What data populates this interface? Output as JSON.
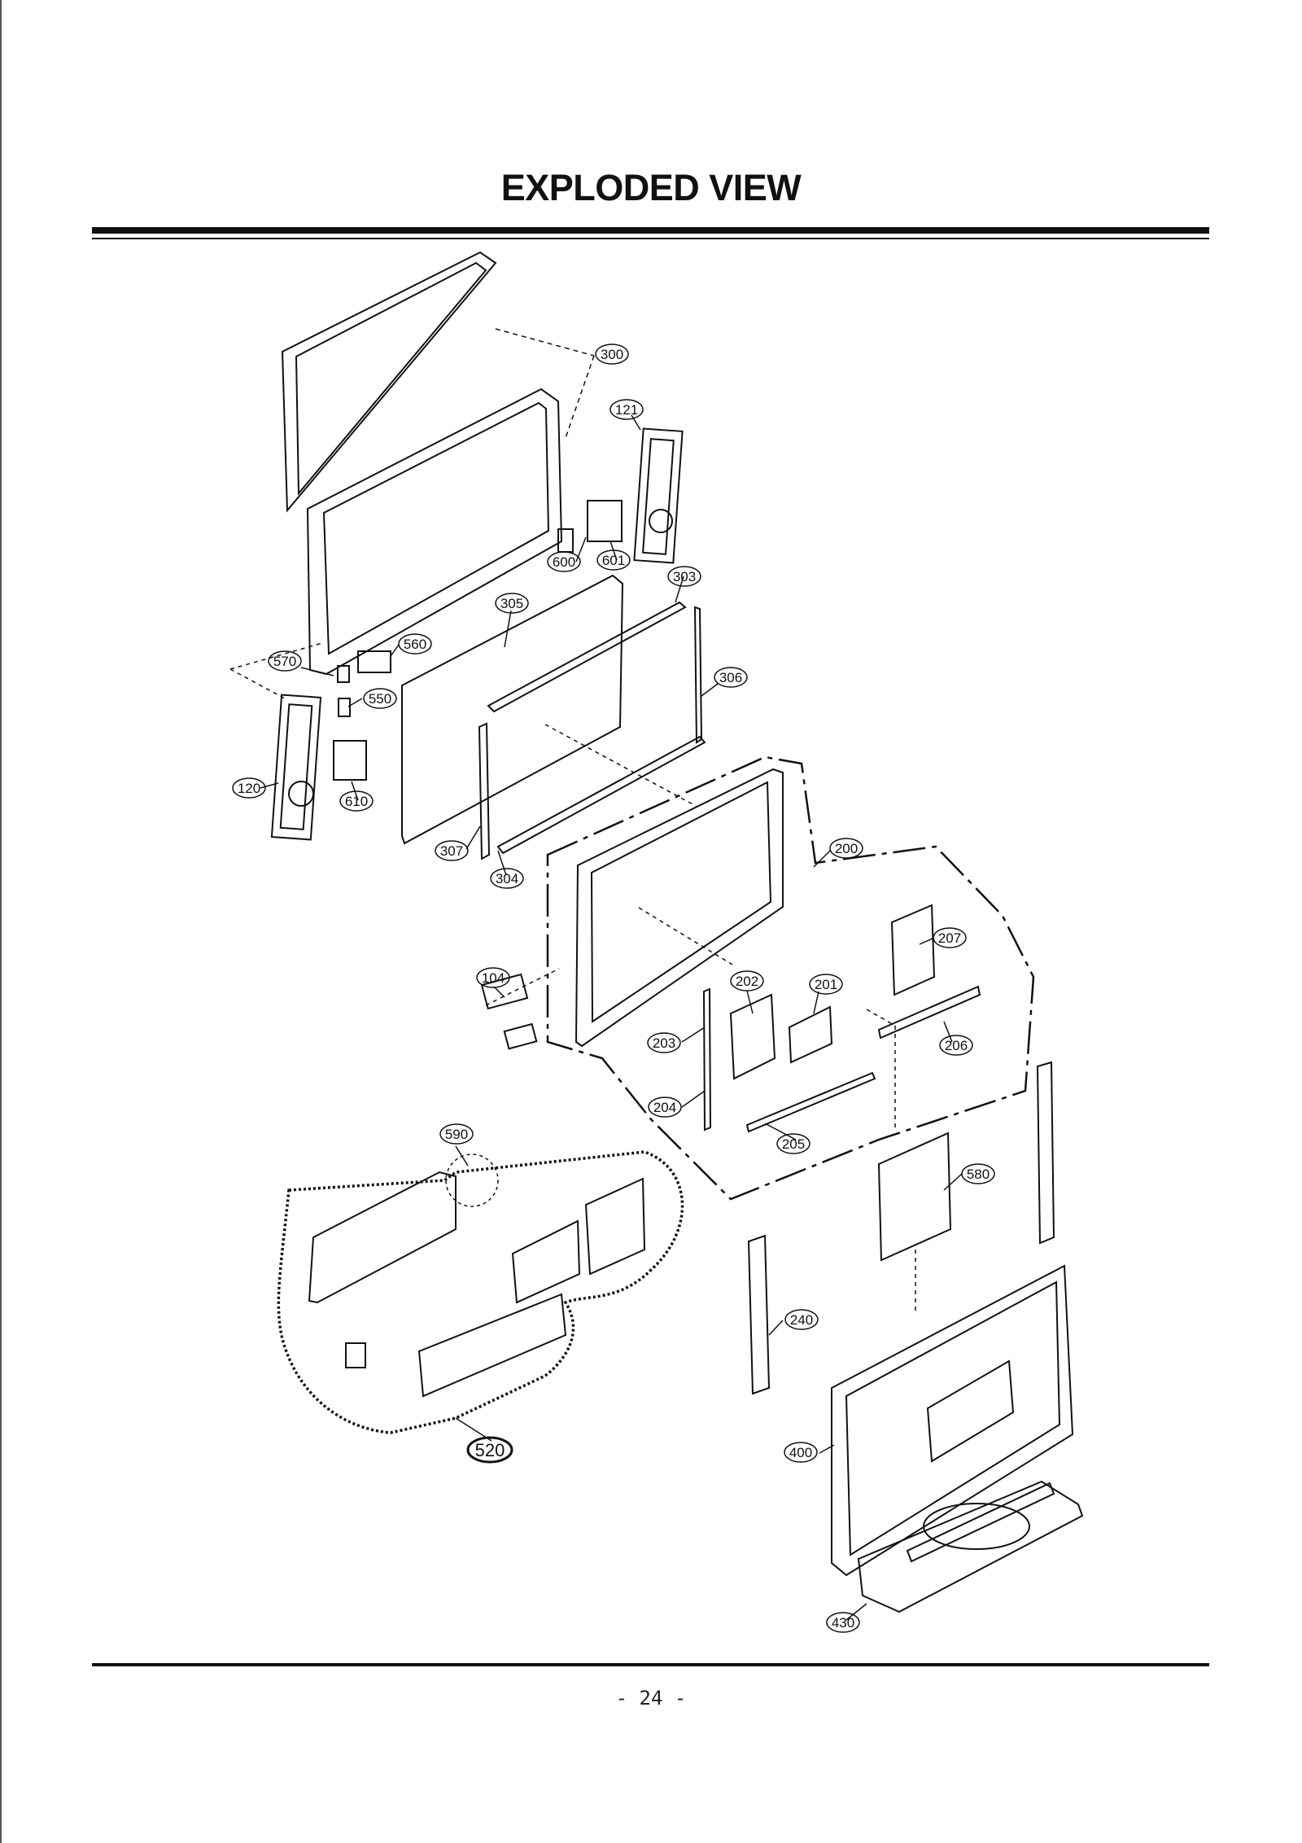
{
  "page": {
    "title": "EXPLODED VIEW",
    "page_number": "- 24 -"
  },
  "callouts": [
    {
      "id": "c300",
      "label": "300"
    },
    {
      "id": "c121",
      "label": "121"
    },
    {
      "id": "c600",
      "label": "600"
    },
    {
      "id": "c601",
      "label": "601"
    },
    {
      "id": "c303",
      "label": "303"
    },
    {
      "id": "c305",
      "label": "305"
    },
    {
      "id": "c560",
      "label": "560"
    },
    {
      "id": "c570",
      "label": "570"
    },
    {
      "id": "c550",
      "label": "550"
    },
    {
      "id": "c306",
      "label": "306"
    },
    {
      "id": "c120",
      "label": "120"
    },
    {
      "id": "c610",
      "label": "610"
    },
    {
      "id": "c307",
      "label": "307"
    },
    {
      "id": "c304",
      "label": "304"
    },
    {
      "id": "c200",
      "label": "200"
    },
    {
      "id": "c207",
      "label": "207"
    },
    {
      "id": "c104",
      "label": "104"
    },
    {
      "id": "c202",
      "label": "202"
    },
    {
      "id": "c201",
      "label": "201"
    },
    {
      "id": "c203",
      "label": "203"
    },
    {
      "id": "c206",
      "label": "206"
    },
    {
      "id": "c204",
      "label": "204"
    },
    {
      "id": "c205",
      "label": "205"
    },
    {
      "id": "c590",
      "label": "590"
    },
    {
      "id": "c580",
      "label": "580"
    },
    {
      "id": "c240",
      "label": "240"
    },
    {
      "id": "c520",
      "label": "520"
    },
    {
      "id": "c400",
      "label": "400"
    },
    {
      "id": "c430",
      "label": "430"
    }
  ]
}
